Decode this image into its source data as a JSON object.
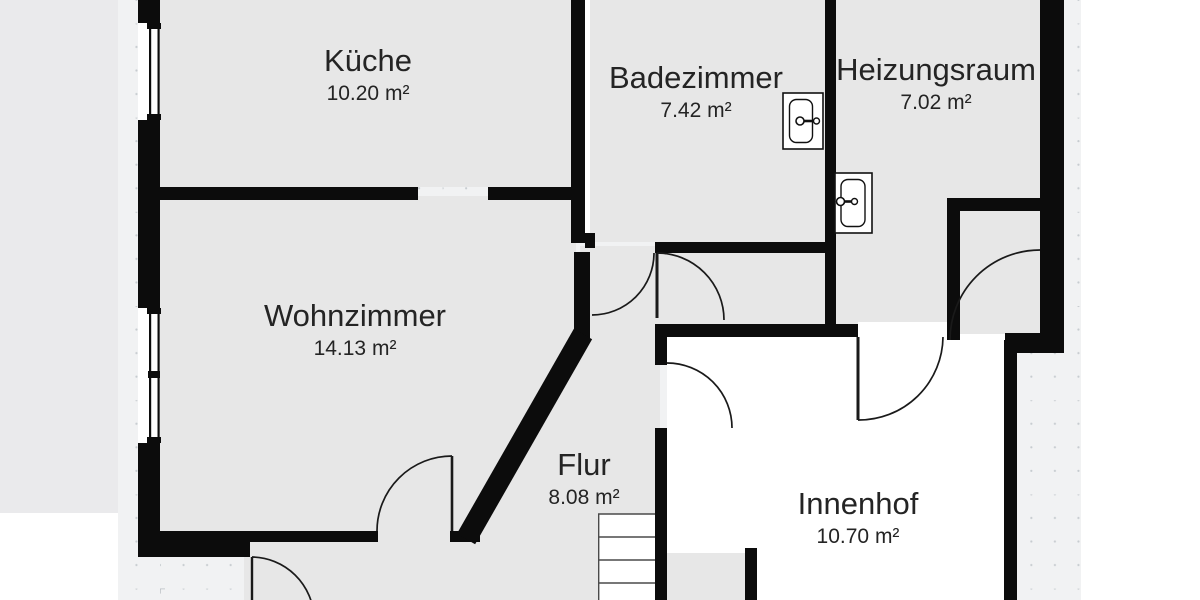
{
  "app": {
    "view": "floor-plan-canvas"
  },
  "rooms": [
    {
      "id": "kueche",
      "name": "Küche",
      "area": "10.20 m²"
    },
    {
      "id": "badezimmer",
      "name": "Badezimmer",
      "area": "7.42 m²"
    },
    {
      "id": "heizungsraum",
      "name": "Heizungsraum",
      "area": "7.02 m²"
    },
    {
      "id": "wohnzimmer",
      "name": "Wohnzimmer",
      "area": "14.13 m²"
    },
    {
      "id": "flur",
      "name": "Flur",
      "area": "8.08 m²"
    },
    {
      "id": "innenhof",
      "name": "Innenhof",
      "area": "10.70 m²"
    }
  ],
  "symbols": {
    "windows": 2,
    "door_arcs": 7,
    "wall_fixtures": 2,
    "stair_runs": 1
  },
  "colors": {
    "wall": "#0c0c0c",
    "room_fill": "#e7e7e7",
    "courtyard_fill": "#ffffff",
    "site_tint": "#f1f2f3",
    "edge_strip": "#eaeaec",
    "grid_dot": "#c5cacd",
    "grid_cross": "#aeb4b9",
    "label_text": "#242424",
    "door_arc": "#1a1a1a"
  }
}
